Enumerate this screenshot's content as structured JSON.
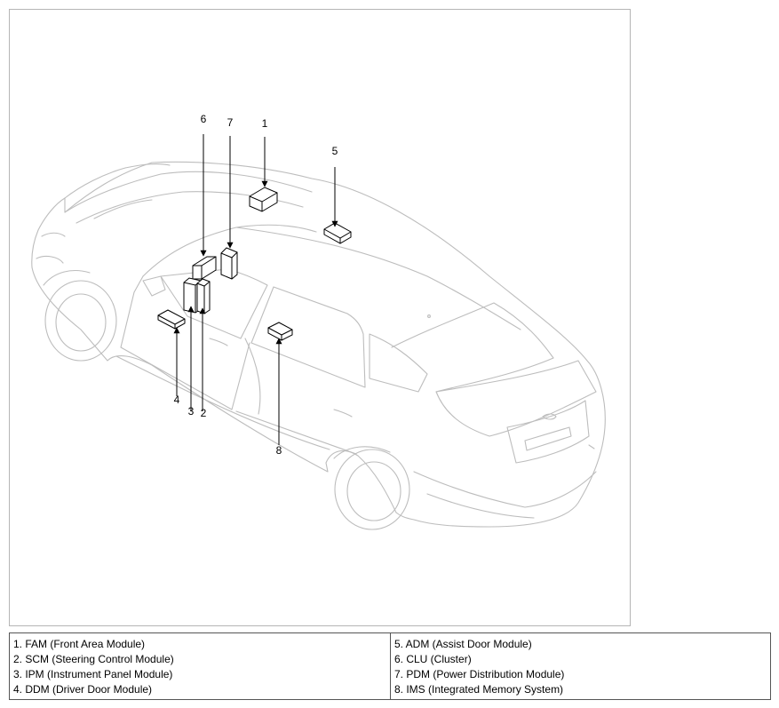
{
  "callouts": [
    {
      "id": "1",
      "label": "1"
    },
    {
      "id": "2",
      "label": "2"
    },
    {
      "id": "3",
      "label": "3"
    },
    {
      "id": "4",
      "label": "4"
    },
    {
      "id": "5",
      "label": "5"
    },
    {
      "id": "6",
      "label": "6"
    },
    {
      "id": "7",
      "label": "7"
    },
    {
      "id": "8",
      "label": "8"
    }
  ],
  "legend": {
    "left": [
      "1. FAM (Front Area Module)",
      "2. SCM (Steering Control Module)",
      "3. IPM (Instrument Panel Module)",
      "4. DDM (Driver Door Module)"
    ],
    "right": [
      "5. ADM (Assist Door Module)",
      "6. CLU (Cluster)",
      "7. PDM (Power Distribution Module)",
      "8. IMS (Integrated Memory System)"
    ]
  },
  "colors": {
    "car_outline": "#bdbdbd",
    "module_outline": "#000000",
    "frame_border": "#b5b5b5"
  }
}
